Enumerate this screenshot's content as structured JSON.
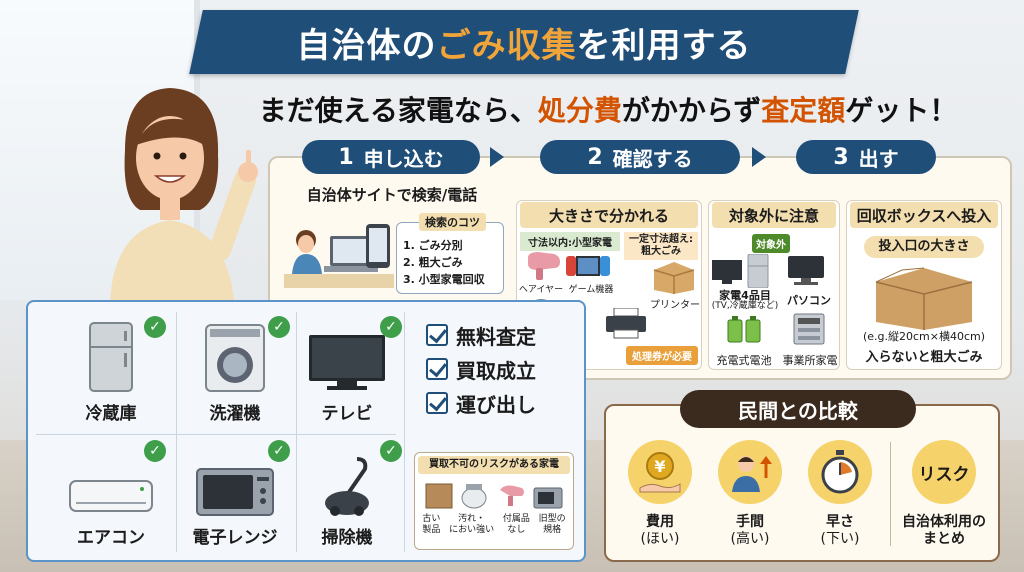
{
  "title": {
    "part1": "自治体の",
    "highlight": "ごみ収集",
    "part2": "を利用する"
  },
  "subtitle": {
    "part1": "まだ使える家電なら、",
    "highlight1": "処分費",
    "part2": "がかからず",
    "highlight2": "査定額",
    "part3": "ゲット！"
  },
  "steps": [
    {
      "num": "1",
      "label": "申し込む"
    },
    {
      "num": "2",
      "label": "確認する"
    },
    {
      "num": "3",
      "label": "出す"
    }
  ],
  "step1": {
    "heading": "自治体サイトで検索/電話",
    "tips_title": "検索のコツ",
    "tips": [
      "1. ごみ分別",
      "2. 粗大ごみ",
      "3. 小型家電回収"
    ]
  },
  "step2a": {
    "heading": "大きさで分かれる",
    "small_tag": "寸法以内:小型家電",
    "large_tag_line1": "一定寸法超え:",
    "large_tag_line2": "粗大ごみ",
    "items": [
      "ヘアイヤー",
      "ゲーム機器",
      "プリンター"
    ],
    "ticket": "処理券が必要"
  },
  "step2b": {
    "heading": "対象外に注意",
    "tag": "対象外",
    "items": [
      {
        "line1": "家電4品目",
        "line2": "(TV,冷蔵庫など)"
      },
      {
        "line1": "パソコン",
        "line2": ""
      },
      {
        "line1": "充電式電池",
        "line2": ""
      },
      {
        "line1": "事業所家電",
        "line2": ""
      }
    ]
  },
  "step3": {
    "heading": "回収ボックスへ投入",
    "subheading": "投入口の大きさ",
    "size": "(e.g.縦20cm×横40cm)",
    "note": "入らないと粗大ごみ"
  },
  "appliances": [
    {
      "label": "冷蔵庫",
      "icon": "fridge-icon"
    },
    {
      "label": "洗濯機",
      "icon": "washing-machine-icon"
    },
    {
      "label": "テレビ",
      "icon": "tv-icon"
    },
    {
      "label": "エアコン",
      "icon": "aircon-icon"
    },
    {
      "label": "電子レンジ",
      "icon": "microwave-icon"
    },
    {
      "label": "掃除機",
      "icon": "vacuum-icon"
    }
  ],
  "checklist": [
    "無料査定",
    "買取成立",
    "運び出し"
  ],
  "risk": {
    "title": "買取不可のリスクがある家電",
    "items": [
      {
        "line1": "古い",
        "line2": "製品"
      },
      {
        "line1": "汚れ・",
        "line2": "におい強い"
      },
      {
        "line1": "付属品",
        "line2": "なし"
      },
      {
        "line1": "旧型の",
        "line2": "規格"
      }
    ]
  },
  "comparison": {
    "title": "民間との比較",
    "items": [
      {
        "line1": "費用",
        "line2": "(ほい)",
        "icon": "yen-hand-icon"
      },
      {
        "line1": "手間",
        "line2": "(高い)",
        "icon": "person-up-icon"
      },
      {
        "line1": "早さ",
        "line2": "(下い)",
        "icon": "stopwatch-icon"
      }
    ],
    "risk_badge": "リスク",
    "summary_line1": "自治体利用の",
    "summary_line2": "まとめ"
  },
  "colors": {
    "navy": "#1f4e79",
    "orange": "#d35400",
    "tan": "#f3deb0",
    "blue_border": "#5a94c8",
    "check_green": "#3f9e4a"
  }
}
